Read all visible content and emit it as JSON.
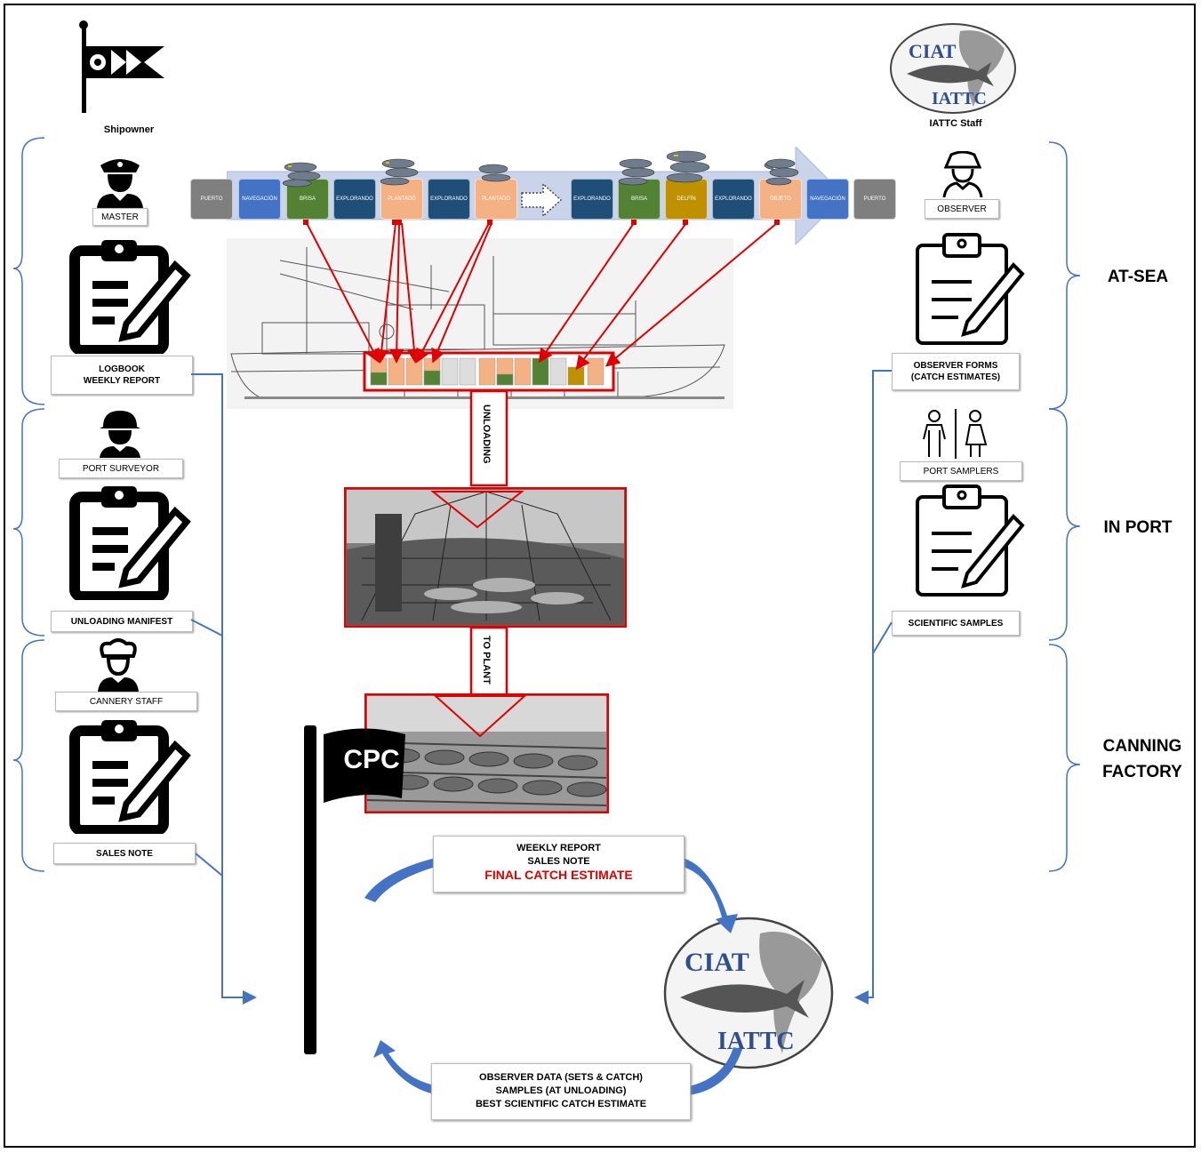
{
  "roles": {
    "shipowner": "Shipowner",
    "iattc_staff": "IATTC Staff",
    "master": "MASTER",
    "port_surveyor": "PORT SURVEYOR",
    "cannery_staff": "CANNERY STAFF",
    "observer": "OBSERVER",
    "port_samplers": "PORT SAMPLERS"
  },
  "documents": {
    "logbook": "LOGBOOK",
    "weekly_report": "WEEKLY REPORT",
    "unloading_manifest": "UNLOADING MANIFEST",
    "sales_note": "SALES NOTE",
    "observer_forms": "OBSERVER FORMS",
    "catch_estimates": "(CATCH ESTIMATES)",
    "scientific_samples": "SCIENTIFIC SAMPLES"
  },
  "stages": {
    "at_sea": "AT-SEA",
    "in_port": "IN PORT",
    "canning_1": "CANNING",
    "canning_2": "FACTORY"
  },
  "process": {
    "unloading": "UNLOADING",
    "to_plant": "TO PLANT"
  },
  "trip_activities": [
    {
      "label": "PUERTO",
      "color": "#7f7f7f"
    },
    {
      "label": "NAVEGACIÓN",
      "color": "#4472c4"
    },
    {
      "label": "BRISA",
      "color": "#548235"
    },
    {
      "label": "EXPLORANDO",
      "color": "#1f4e79"
    },
    {
      "label": "PLANTADO",
      "color": "#f4b183"
    },
    {
      "label": "EXPLORANDO",
      "color": "#1f4e79"
    },
    {
      "label": "PLANTADO",
      "color": "#f4b183"
    },
    {
      "label": "EXPLORANDO",
      "color": "#1f4e79"
    },
    {
      "label": "BRISA",
      "color": "#548235"
    },
    {
      "label": "DELFÍN",
      "color": "#bf9000"
    },
    {
      "label": "EXPLORANDO",
      "color": "#1f4e79"
    },
    {
      "label": "OBJETO",
      "color": "#f4b183"
    },
    {
      "label": "NAVEGACIÓN",
      "color": "#4472c4"
    },
    {
      "label": "PUERTO",
      "color": "#7f7f7f"
    }
  ],
  "cpc": {
    "label": "CPC"
  },
  "logo": {
    "top": "CIAT",
    "bottom": "IATTC"
  },
  "summary_top": {
    "line1": "WEEKLY REPORT",
    "line2": "SALES NOTE",
    "line3": "FINAL CATCH ESTIMATE"
  },
  "summary_bottom": {
    "line1": "OBSERVER DATA (SETS & CATCH)",
    "line2": "SAMPLES (AT UNLOADING)",
    "line3": "BEST SCIENTIFIC CATCH ESTIMATE"
  },
  "colors": {
    "red": "#e00000",
    "blue": "#4472c4",
    "arrow_band": "#c9d3ea"
  }
}
